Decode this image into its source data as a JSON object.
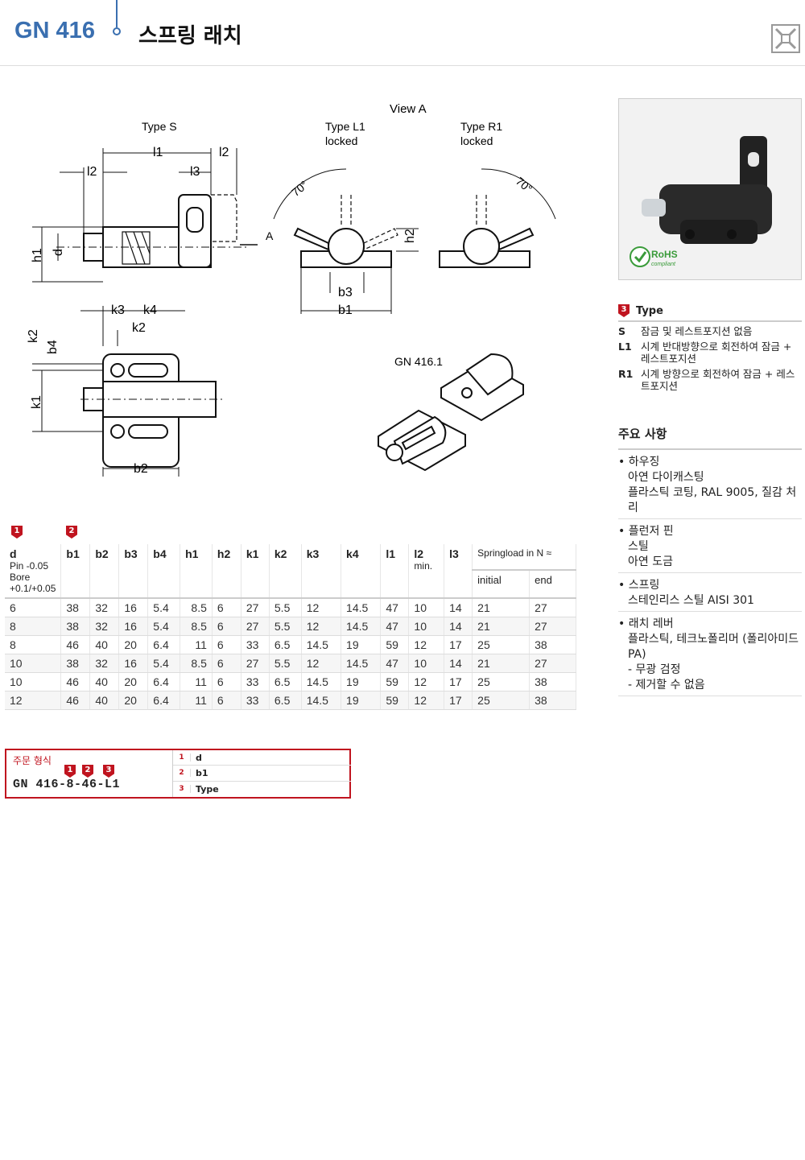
{
  "header": {
    "code": "GN 416",
    "title": "스프링 래치"
  },
  "drawing": {
    "view_a": "View A",
    "type_s": "Type S",
    "type_l1": "Type L1",
    "type_l1_sub": "locked",
    "type_r1": "Type R1",
    "type_r1_sub": "locked",
    "angle": "70°",
    "arrow_a": "A",
    "gn4161": "GN 416.1"
  },
  "type_panel": {
    "badge": "3",
    "heading": "Type",
    "items": [
      {
        "key": "S",
        "text": "잠금 및 레스트포지션 없음"
      },
      {
        "key": "L1",
        "text": "시계 반대방향으로 회전하여 잠금 + 레스트포지션"
      },
      {
        "key": "R1",
        "text": "시계 방향으로 회전하여 잠금 + 레스트포지션"
      }
    ]
  },
  "features": {
    "heading": "주요 사항",
    "items": [
      {
        "lines": [
          "하우징",
          "아연 다이캐스팅",
          "플라스틱 코팅, RAL 9005, 질감 처리"
        ]
      },
      {
        "lines": [
          "플런저 핀",
          "스틸",
          "아연 도금"
        ]
      },
      {
        "lines": [
          "스프링",
          "스테인리스 스틸 AISI 301"
        ]
      },
      {
        "lines": [
          "래치 레버",
          "플라스틱, 테크노폴리머 (폴리아미드 PA)",
          "- 무광 검정",
          "- 제거할 수 없음"
        ]
      }
    ]
  },
  "table": {
    "badges": [
      "1",
      "2"
    ],
    "headers": [
      "d",
      "b1",
      "b2",
      "b3",
      "b4",
      "h1",
      "h2",
      "k1",
      "k2",
      "k3",
      "k4",
      "l1",
      "l2",
      "l3"
    ],
    "d_pin": "Pin -0.05",
    "d_bore": "Bore +0.1/+0.05",
    "l2_sub": "min.",
    "spring_header": "Springload in N ≈",
    "spring_initial": "initial",
    "spring_end": "end",
    "rows": [
      [
        "6",
        "38",
        "32",
        "16",
        "5.4",
        "8.5",
        "6",
        "27",
        "5.5",
        "12",
        "14.5",
        "47",
        "10",
        "14",
        "21",
        "27"
      ],
      [
        "8",
        "38",
        "32",
        "16",
        "5.4",
        "8.5",
        "6",
        "27",
        "5.5",
        "12",
        "14.5",
        "47",
        "10",
        "14",
        "21",
        "27"
      ],
      [
        "8",
        "46",
        "40",
        "20",
        "6.4",
        "11",
        "6",
        "33",
        "6.5",
        "14.5",
        "19",
        "59",
        "12",
        "17",
        "25",
        "38"
      ],
      [
        "10",
        "38",
        "32",
        "16",
        "5.4",
        "8.5",
        "6",
        "27",
        "5.5",
        "12",
        "14.5",
        "47",
        "10",
        "14",
        "21",
        "27"
      ],
      [
        "10",
        "46",
        "40",
        "20",
        "6.4",
        "11",
        "6",
        "33",
        "6.5",
        "14.5",
        "19",
        "59",
        "12",
        "17",
        "25",
        "38"
      ],
      [
        "12",
        "46",
        "40",
        "20",
        "6.4",
        "11",
        "6",
        "33",
        "6.5",
        "14.5",
        "19",
        "59",
        "12",
        "17",
        "25",
        "38"
      ]
    ]
  },
  "order": {
    "label": "주문 형식",
    "code": "GN 416-8-46-L1",
    "badges": [
      "1",
      "2",
      "3"
    ],
    "legend": [
      {
        "n": "1",
        "t": "d"
      },
      {
        "n": "2",
        "t": "b1"
      },
      {
        "n": "3",
        "t": "Type"
      }
    ]
  },
  "photo": {
    "rohs": "RoHS",
    "rohs_sub": "compliant"
  }
}
